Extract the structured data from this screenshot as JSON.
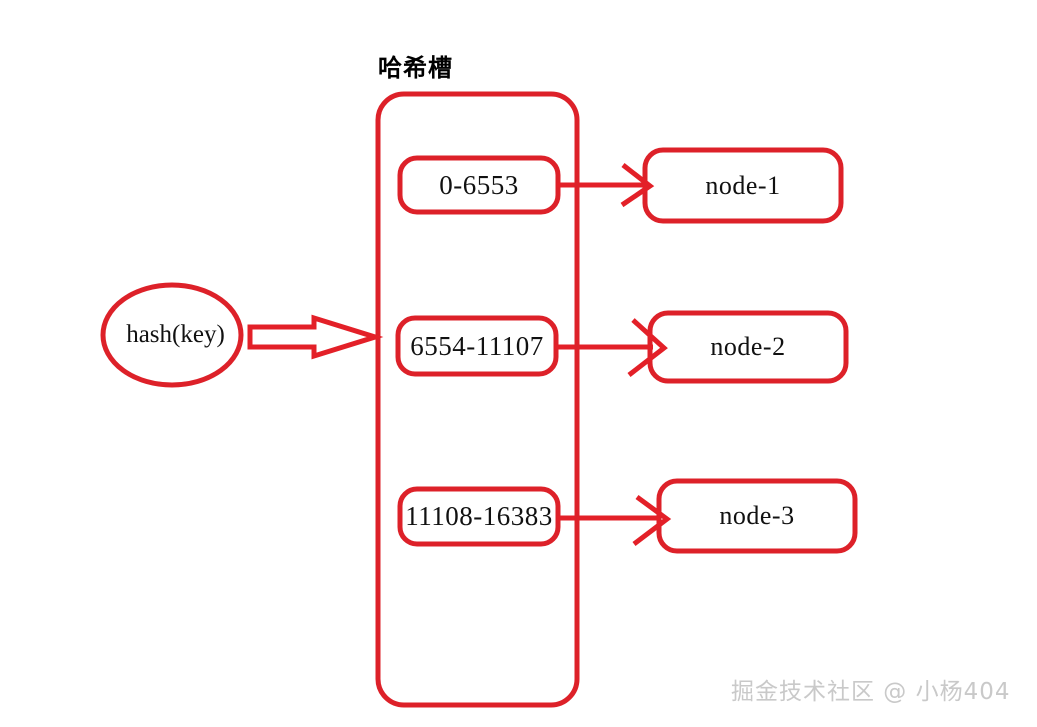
{
  "diagram": {
    "title": "哈希槽",
    "theme_color": "#e0202b",
    "text_color": "#111111",
    "background": "#ffffff",
    "source_node": {
      "label": "hash(key)",
      "shape": "ellipse"
    },
    "flow_arrow": {
      "style": "hollow-block-arrow",
      "direction": "right"
    },
    "container": {
      "name": "hash-slot-container",
      "shape": "rounded-rectangle"
    },
    "slots": [
      {
        "range": "0-6553",
        "target": "node-1"
      },
      {
        "range": "6554-11107",
        "target": "node-2"
      },
      {
        "range": "11108-16383",
        "target": "node-3"
      }
    ],
    "nodes": [
      {
        "label": "node-1"
      },
      {
        "label": "node-2"
      },
      {
        "label": "node-3"
      }
    ],
    "watermark": "掘金技术社区 @ 小杨404"
  }
}
